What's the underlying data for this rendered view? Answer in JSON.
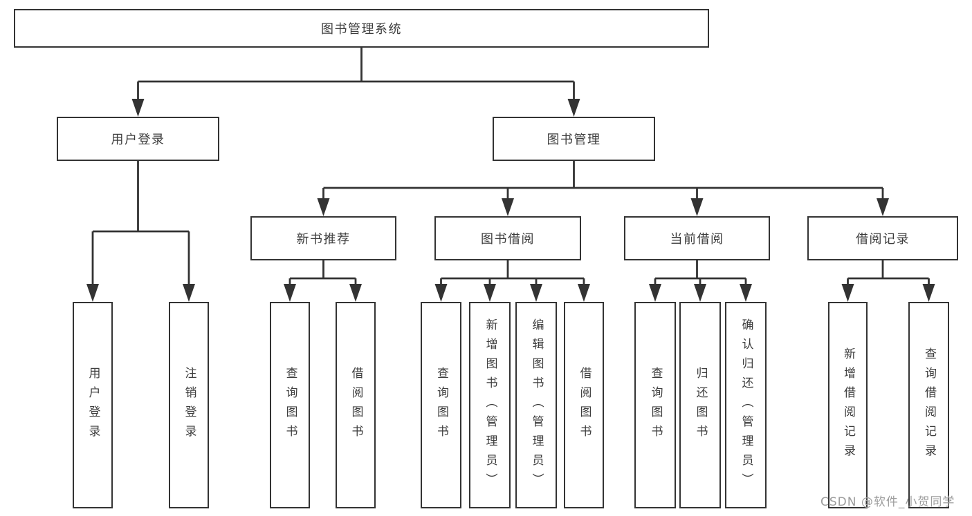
{
  "tree": {
    "root": {
      "label": "图书管理系统",
      "children": [
        {
          "label": "用户登录",
          "children": [
            {
              "label": "用户登录"
            },
            {
              "label": "注销登录"
            }
          ]
        },
        {
          "label": "图书管理",
          "children": [
            {
              "label": "新书推荐",
              "children": [
                {
                  "label": "查询图书"
                },
                {
                  "label": "借阅图书"
                }
              ]
            },
            {
              "label": "图书借阅",
              "children": [
                {
                  "label": "查询图书"
                },
                {
                  "label": "新增图书（管理员）"
                },
                {
                  "label": "编辑图书（管理员）"
                },
                {
                  "label": "借阅图书"
                }
              ]
            },
            {
              "label": "当前借阅",
              "children": [
                {
                  "label": "查询图书"
                },
                {
                  "label": "归还图书"
                },
                {
                  "label": "确认归还（管理员）"
                }
              ]
            },
            {
              "label": "借阅记录",
              "children": [
                {
                  "label": "新增借阅记录"
                },
                {
                  "label": "查询借阅记录"
                }
              ]
            }
          ]
        }
      ]
    }
  },
  "watermark": {
    "text": "CSDN @软件_小贺同学"
  },
  "colors": {
    "line": "#333333",
    "box_border": "#333333",
    "text": "#3d3d3d",
    "watermark": "#9c9c9c",
    "background": "#ffffff"
  }
}
